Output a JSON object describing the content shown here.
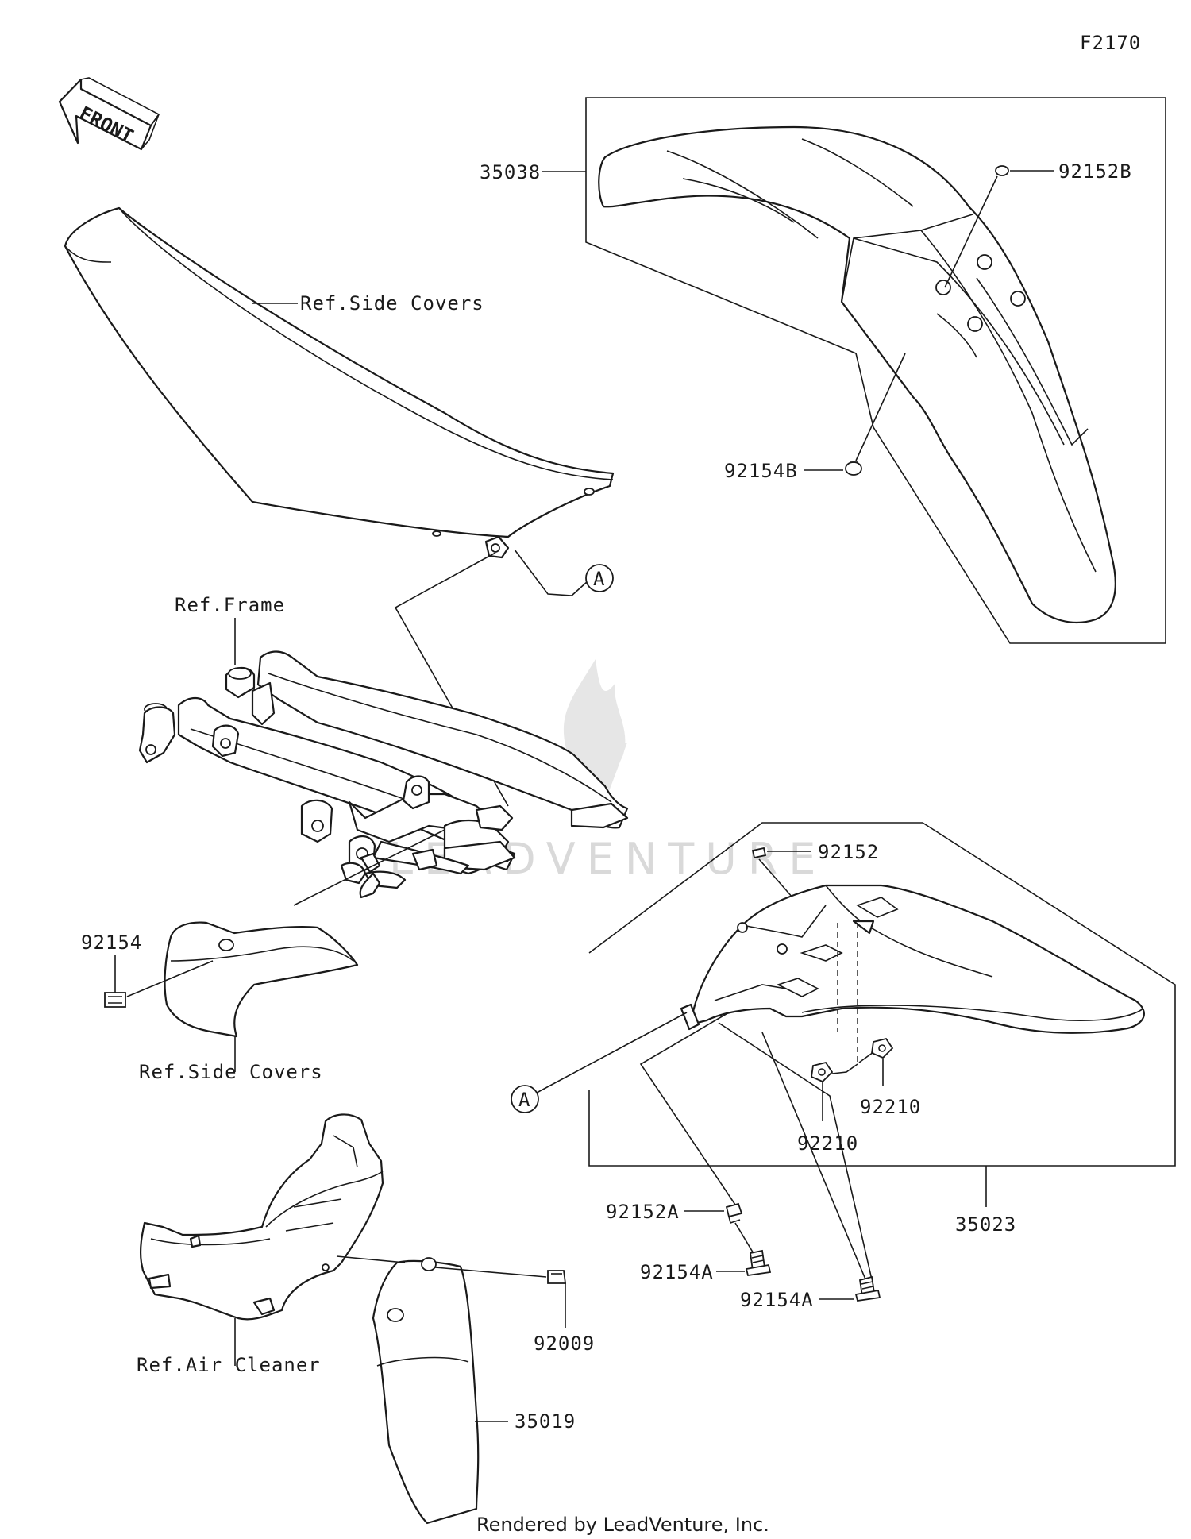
{
  "diagram_id": "F2170",
  "front_label": "FRONT",
  "callouts": {
    "c35038": "35038",
    "c92152B": "92152B",
    "c92154B": "92154B",
    "c92152": "92152",
    "c92210a": "92210",
    "c92210b": "92210",
    "c35023": "35023",
    "c92152A": "92152A",
    "c92154A_1": "92154A",
    "c92154A_2": "92154A",
    "c92154": "92154",
    "c92009": "92009",
    "c35019": "35019"
  },
  "references": {
    "side_covers_top": "Ref.Side Covers",
    "frame": "Ref.Frame",
    "side_covers_bottom": "Ref.Side Covers",
    "air_cleaner": "Ref.Air Cleaner"
  },
  "markers": {
    "a_top": "A",
    "a_bottom": "A"
  },
  "watermark": "LEADVENTURE",
  "footer": "Rendered by LeadVenture, Inc."
}
